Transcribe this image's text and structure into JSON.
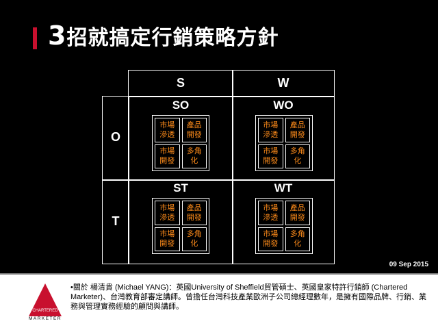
{
  "title": {
    "number": "3",
    "text": "招就搞定行銷策略方針"
  },
  "matrix": {
    "col_headers": [
      "S",
      "W"
    ],
    "row_headers": [
      "O",
      "T"
    ],
    "quadrants": [
      {
        "label": "SO",
        "cells": [
          "市場\n滲透",
          "產品\n開發",
          "市場\n開發",
          "多角\n化"
        ]
      },
      {
        "label": "WO",
        "cells": [
          "市場\n滲透",
          "產品\n開發",
          "市場\n開發",
          "多角\n化"
        ]
      },
      {
        "label": "ST",
        "cells": [
          "市場\n滲透",
          "產品\n開發",
          "市場\n開發",
          "多角\n化"
        ]
      },
      {
        "label": "WT",
        "cells": [
          "市場\n滲透",
          "產品\n開發",
          "市場\n開發",
          "多角\n化"
        ]
      }
    ]
  },
  "date": "09 Sep 2015",
  "logo": {
    "line1": "CHARTERED",
    "line2": "MARKETER"
  },
  "bio": "•關於 楊清貴 (Michael YANG)：英國University of Sheffield貿管碩士、英國皇家特許行銷師 (Chartered Marketer)、台灣教育部審定講師。曾擔任台灣科技產業歐洲子公司總經理數年，是擁有國際品牌、行銷、業務與管理實務經驗的顧問與講師。",
  "colors": {
    "accent": "#c8102e",
    "cell_text": "#ff8c1a",
    "background": "#000000"
  }
}
